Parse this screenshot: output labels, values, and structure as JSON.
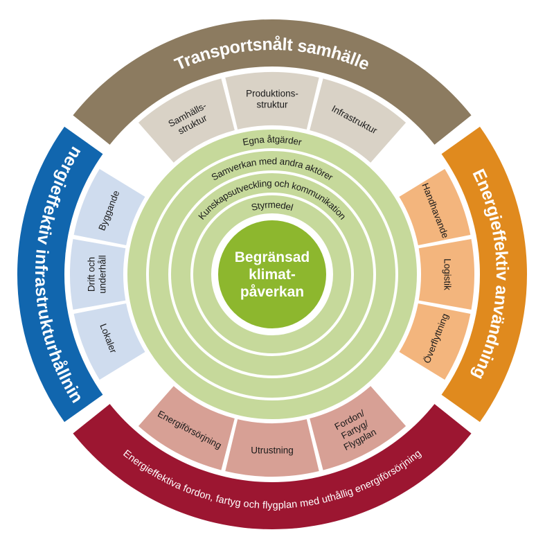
{
  "colors": {
    "top": "#8c7b60",
    "left": "#1166ae",
    "right": "#e08a1e",
    "bottom": "#9c1631",
    "top_segments": "#d9d2c6",
    "left_segments": "#cfdcee",
    "right_segments": "#f3b57d",
    "bottom_segments": "#d7a095",
    "rings": "#c6d99b",
    "center": "#8db72e"
  },
  "outer": {
    "top": "Transportsnålt samhälle",
    "left": "Energieffektiv infrastrukturhållning",
    "right": "Energieffektiv användning",
    "bottom": "Energieffektiva fordon, fartyg och flygplan med uthållig energiförsörjning"
  },
  "segments": {
    "top": [
      {
        "lines": [
          "Samhälls-",
          "struktur"
        ]
      },
      {
        "lines": [
          "Produktions-",
          "struktur"
        ]
      },
      {
        "lines": [
          "Infrastruktur"
        ]
      }
    ],
    "left": [
      {
        "lines": [
          "Lokaler"
        ]
      },
      {
        "lines": [
          "Drift och",
          "underhåll"
        ]
      },
      {
        "lines": [
          "Byggande"
        ]
      }
    ],
    "right": [
      {
        "lines": [
          "Handhavande"
        ]
      },
      {
        "lines": [
          "Logistik"
        ]
      },
      {
        "lines": [
          "Överflyttning"
        ]
      }
    ],
    "bottom": [
      {
        "lines": [
          "Fordon/",
          "Fartyg/",
          "Flygplan"
        ]
      },
      {
        "lines": [
          "Utrustning"
        ]
      },
      {
        "lines": [
          "Energiförsörjning"
        ]
      }
    ]
  },
  "rings": [
    "Egna åtgärder",
    "Samverkan med andra aktörer",
    "Kunskapsutveckling och kommunikation",
    "Styrmedel"
  ],
  "center": {
    "lines": [
      "Begränsad",
      "klimat-",
      "påverkan"
    ]
  }
}
